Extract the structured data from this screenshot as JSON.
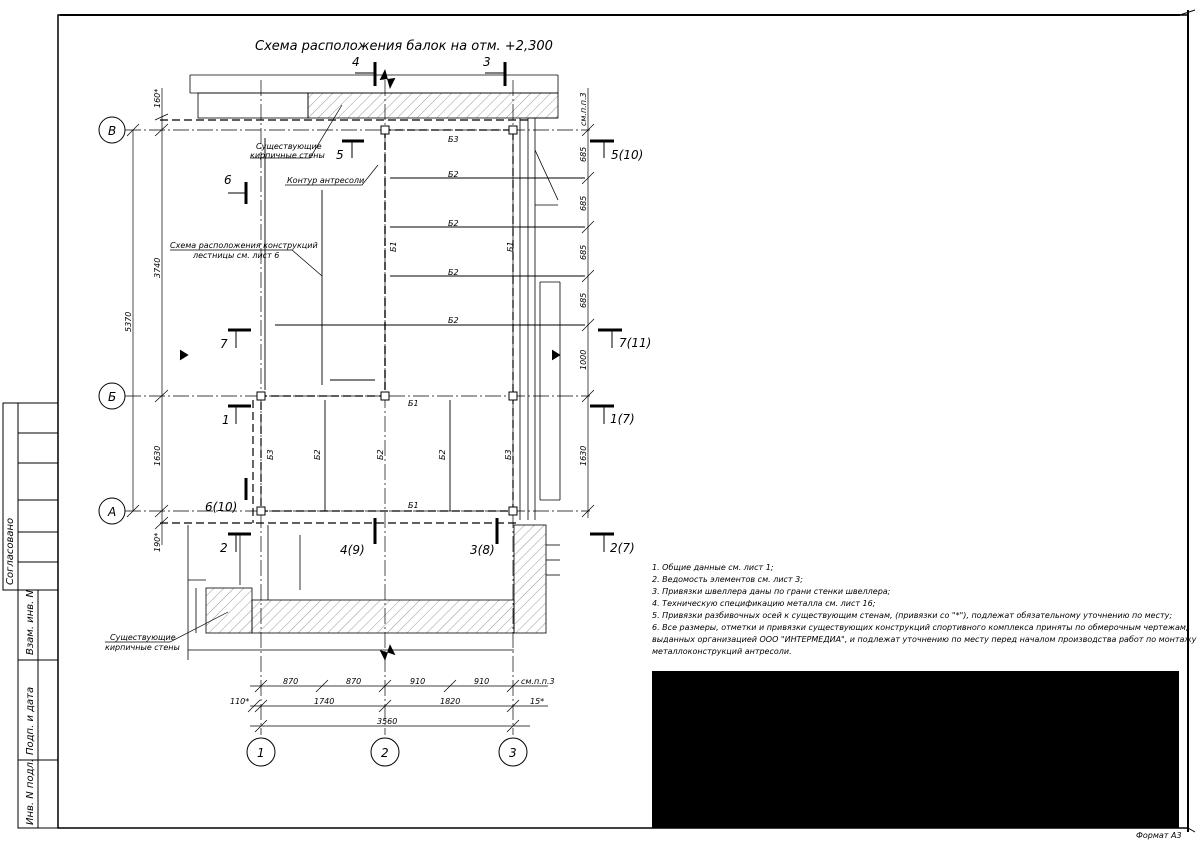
{
  "title": "Схема расположения балок на отм. +2,300",
  "axes": {
    "letters": [
      "В",
      "Б",
      "А"
    ],
    "numbers": [
      "1",
      "2",
      "3"
    ]
  },
  "sections": {
    "s4": "4",
    "s3": "3",
    "s5": "5",
    "s6": "6",
    "s7": "7",
    "s1": "1",
    "s2": "2",
    "s5_10": "5(10)",
    "s7_11": "7(11)",
    "s1_7": "1(7)",
    "s2_7": "2(7)",
    "s6_10": "6(10)",
    "s4_9": "4(9)",
    "s3_8": "3(8)"
  },
  "labels": {
    "walls_top_1": "Существующие",
    "walls_top_2": "кирпичные стены",
    "mezzanine": "Контур антресоли",
    "stair_1": "Схема расположения конструкций",
    "stair_2": "лестницы см. лист 6",
    "walls_bot_1": "Существующие",
    "walls_bot_2": "кирпичные стены"
  },
  "beams": {
    "b3": "Б3",
    "b2": "Б2",
    "b1": "Б1"
  },
  "dims": {
    "d160": "160*",
    "d3740": "3740",
    "d5370": "5370",
    "d1630": "1630",
    "d190": "190*",
    "d685": "685",
    "d1000": "1000",
    "smpp": "см.п.п.3",
    "d870": "870",
    "d910": "910",
    "d1740": "1740",
    "d1820": "1820",
    "d3560": "3560",
    "d110": "110*",
    "d15": "15*"
  },
  "side": {
    "agreed": "Согласовано",
    "vzam": "Взам. инв. N",
    "podp": "Подп. и дата",
    "inv": "Инв. N подл."
  },
  "notes": [
    "1.   Общие данные см. лист 1;",
    "2.   Ведомость элементов см. лист 3;",
    "3.   Привязки швеллера даны по грани стенки швеллера;",
    "4.   Техническую спецификацию металла см. лист 16;",
    "5.   Привязки разбивочных осей к существующим стенам, (привязки со \"*\"), подлежат обязательному уточнению по месту;",
    "6.   Все размеры, отметки и привязки существующих конструкций спортивного комплекса приняты по обмерочным чертежам,",
    "       выданных организацией ООО \"ИНТЕРМЕДИА\", и подлежат уточнению по месту перед началом производства работ по монтажу",
    "       металлоконструкций антресоли."
  ],
  "format": "Формат А3"
}
